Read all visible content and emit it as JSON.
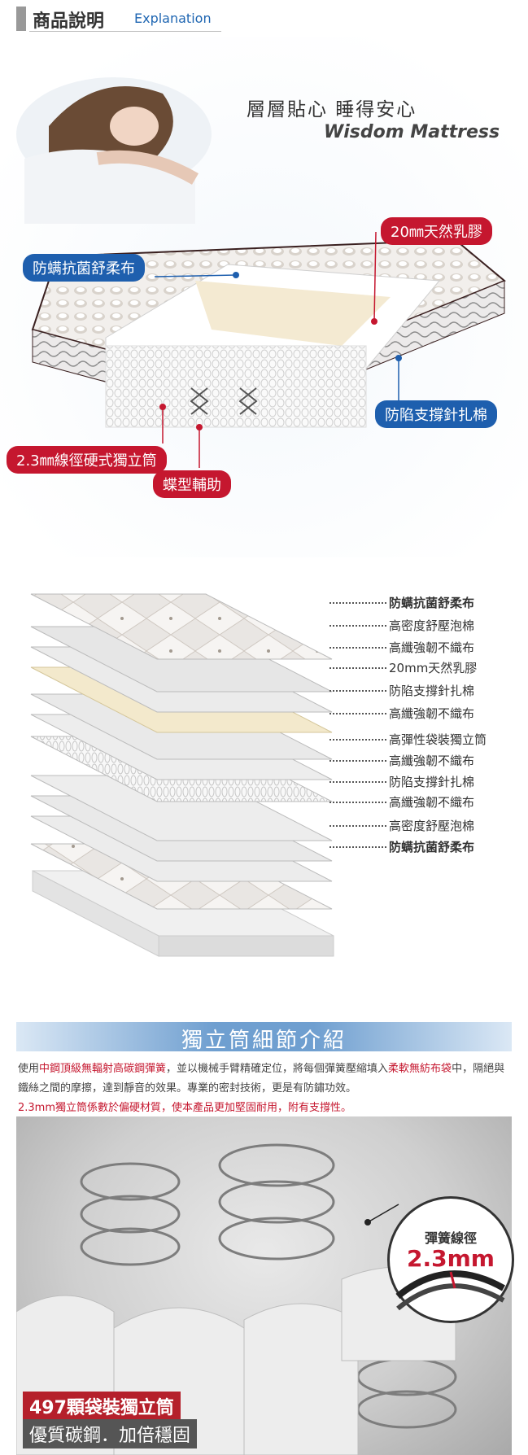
{
  "header": {
    "title": "商品說明",
    "subtitle": "Explanation"
  },
  "hero": {
    "slogan": "層層貼心  睡得安心",
    "brand": "Wisdom Mattress",
    "callouts": {
      "fabric": "防螨抗菌舒柔布",
      "latex": "20㎜天然乳膠",
      "support": "防陷支撐針扎棉",
      "coil": "2.3㎜線徑硬式獨立筒",
      "butterfly": "蝶型輔助"
    }
  },
  "layers": [
    {
      "label": "防螨抗菌舒柔布",
      "bold": true
    },
    {
      "label": "高密度舒壓泡棉",
      "bold": false
    },
    {
      "label": "高纖強韌不織布",
      "bold": false
    },
    {
      "label": "20mm天然乳膠",
      "bold": false
    },
    {
      "label": "防陷支撐針扎棉",
      "bold": false
    },
    {
      "label": "高纖強韌不織布",
      "bold": false
    },
    {
      "label": "高彈性袋裝獨立筒",
      "bold": false
    },
    {
      "label": "高纖強韌不織布",
      "bold": false
    },
    {
      "label": "防陷支撐針扎棉",
      "bold": false
    },
    {
      "label": "高纖強韌不織布",
      "bold": false
    },
    {
      "label": "高密度舒壓泡棉",
      "bold": false
    },
    {
      "label": "防螨抗菌舒柔布",
      "bold": true
    }
  ],
  "detail": {
    "title": "獨立筒細節介紹",
    "desc_a": "使用",
    "desc_b": "中鋼頂級無輻射高碳鋼彈簧",
    "desc_c": "，並以機械手臂精確定位，將每個彈簧壓縮填入",
    "desc_d": "柔軟無紡布袋",
    "desc_e": "中，隔絕與鐵絲之間的摩擦，達到靜音的效果。專業的密封技術，更是有防鏽功效。",
    "desc_f": "2.3mm獨立筒係數於偏硬材質，使本產品更加堅固耐用，附有支撐性。",
    "zoom_label": "彈簧線徑",
    "zoom_value": "2.3mm",
    "caption1": "497顆袋裝獨立筒",
    "caption2": "優質碳鋼．加倍穩固"
  },
  "colors": {
    "brand_blue": "#1e5fae",
    "accent_red": "#c5172f"
  }
}
